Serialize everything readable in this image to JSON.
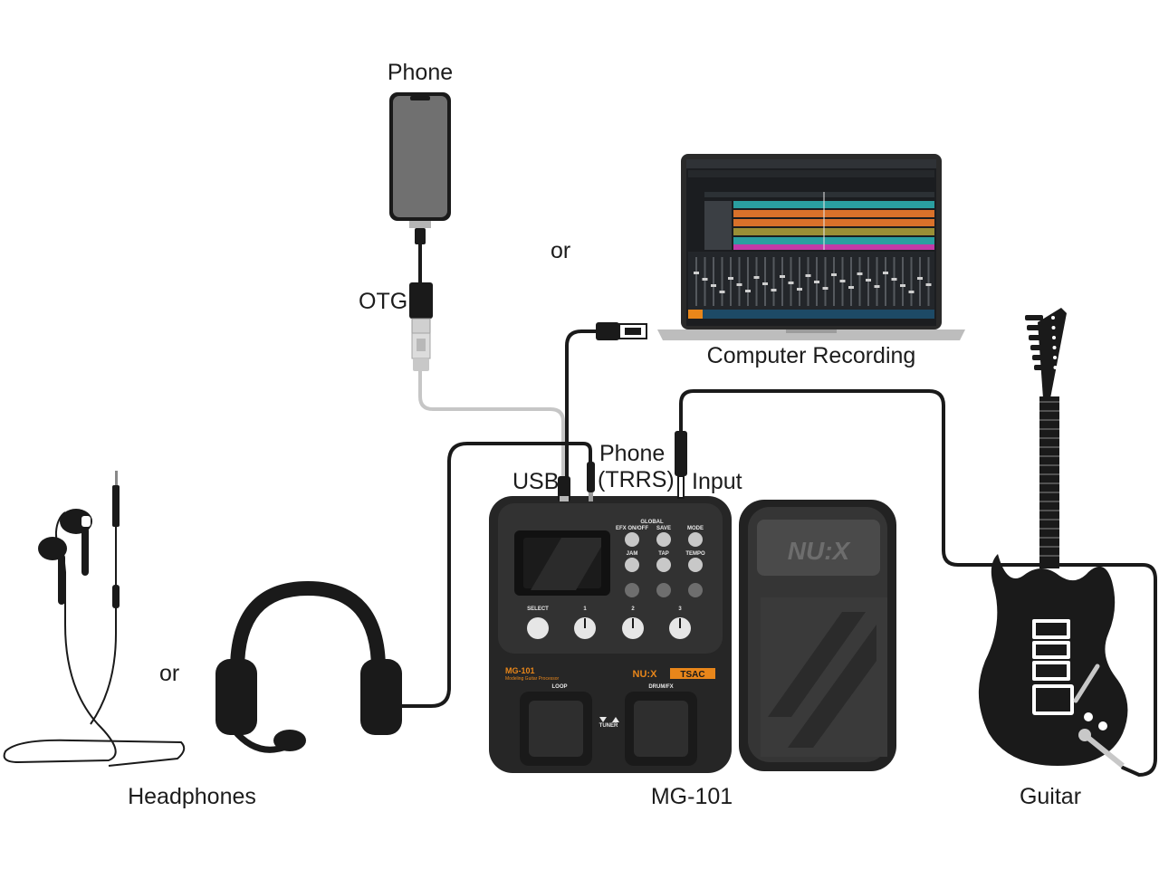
{
  "labels": {
    "phone": "Phone",
    "otg": "OTG",
    "or_top": "or",
    "computer": "Computer Recording",
    "usb": "USB",
    "phone_port_line1": "Phone",
    "phone_port_line2": "(TRRS)",
    "input": "Input",
    "or_left": "or",
    "headphones": "Headphones",
    "device": "MG-101",
    "guitar": "Guitar"
  },
  "pedal": {
    "brand": "NU:X",
    "model": "MG-101",
    "subtitle": "Modeling Guitar Processor",
    "badge": "TSAC",
    "knobs": {
      "select": "SELECT",
      "k1": "1",
      "k2": "2",
      "k3": "3"
    },
    "buttons": {
      "global": "GLOBAL",
      "b1": "EFX ON/OFF",
      "b2": "SAVE",
      "b3": "MODE",
      "b4": "JAM",
      "b5": "TAP",
      "b6": "TEMPO"
    },
    "footswitches": {
      "left": "LOOP",
      "right": "DRUM/FX",
      "tuner": "TUNER"
    }
  },
  "colors": {
    "cable_dark": "#1a1a1a",
    "cable_light": "#c4c4c4",
    "pedal_body": "#2a2a2a",
    "accent_orange": "#e8861a"
  }
}
